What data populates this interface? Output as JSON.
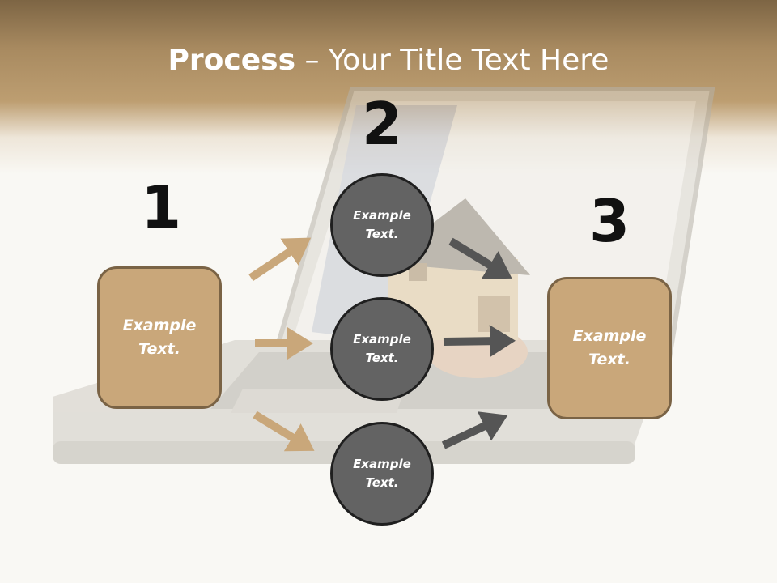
{
  "title": {
    "bold": "Process",
    "rest": " – Your Title Text Here"
  },
  "steps": {
    "one": {
      "number": "1",
      "box_text": "Example Text."
    },
    "two": {
      "number": "2",
      "circles": [
        "Example Text.",
        "Example Text.",
        "Example Text."
      ]
    },
    "three": {
      "number": "3",
      "box_text": "Example Text."
    }
  },
  "colors": {
    "header_brown": "#bd9e71",
    "box_fill": "#c9a77a",
    "box_border": "#7a6345",
    "circle_fill": "#636363",
    "circle_border": "#1f1f1f",
    "tan_arrow": "#c9a77a",
    "dark_arrow": "#555555"
  }
}
